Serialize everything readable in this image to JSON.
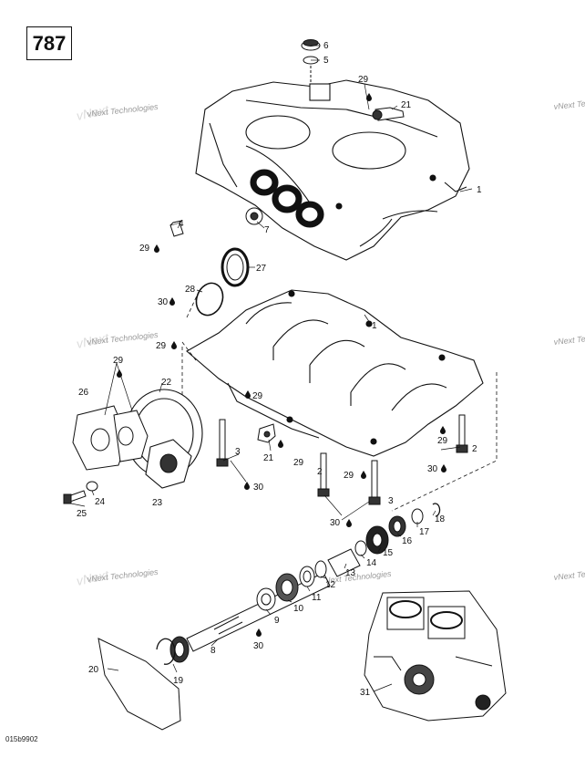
{
  "page_number": "787",
  "footer_code": "015b9902",
  "watermark": "vNext Technologies",
  "callouts": [
    {
      "id": "c6",
      "label": "6"
    },
    {
      "id": "c5",
      "label": "5"
    },
    {
      "id": "c29a",
      "label": "29"
    },
    {
      "id": "c21a",
      "label": "21"
    },
    {
      "id": "c1a",
      "label": "1"
    },
    {
      "id": "c7",
      "label": "7"
    },
    {
      "id": "c4",
      "label": "4"
    },
    {
      "id": "c29b",
      "label": "29"
    },
    {
      "id": "c27",
      "label": "27"
    },
    {
      "id": "c28",
      "label": "28"
    },
    {
      "id": "c30a",
      "label": "30"
    },
    {
      "id": "c1b",
      "label": "1"
    },
    {
      "id": "c29c",
      "label": "29"
    },
    {
      "id": "c29d",
      "label": "29"
    },
    {
      "id": "c22",
      "label": "22"
    },
    {
      "id": "c26",
      "label": "26"
    },
    {
      "id": "c29e",
      "label": "29"
    },
    {
      "id": "c21b",
      "label": "21"
    },
    {
      "id": "c29f",
      "label": "29"
    },
    {
      "id": "c3a",
      "label": "3"
    },
    {
      "id": "c30b",
      "label": "30"
    },
    {
      "id": "c29g",
      "label": "29"
    },
    {
      "id": "c2a",
      "label": "2"
    },
    {
      "id": "c30c",
      "label": "30"
    },
    {
      "id": "c2b",
      "label": "2"
    },
    {
      "id": "c29h",
      "label": "29"
    },
    {
      "id": "c23",
      "label": "23"
    },
    {
      "id": "c24",
      "label": "24"
    },
    {
      "id": "c25",
      "label": "25"
    },
    {
      "id": "c3b",
      "label": "3"
    },
    {
      "id": "c30d",
      "label": "30"
    },
    {
      "id": "c18",
      "label": "18"
    },
    {
      "id": "c17",
      "label": "17"
    },
    {
      "id": "c16",
      "label": "16"
    },
    {
      "id": "c15",
      "label": "15"
    },
    {
      "id": "c14",
      "label": "14"
    },
    {
      "id": "c13",
      "label": "13"
    },
    {
      "id": "c12",
      "label": "12"
    },
    {
      "id": "c11",
      "label": "11"
    },
    {
      "id": "c10",
      "label": "10"
    },
    {
      "id": "c9",
      "label": "9"
    },
    {
      "id": "c30e",
      "label": "30"
    },
    {
      "id": "c8",
      "label": "8"
    },
    {
      "id": "c20",
      "label": "20"
    },
    {
      "id": "c19",
      "label": "19"
    },
    {
      "id": "c31",
      "label": "31"
    }
  ]
}
